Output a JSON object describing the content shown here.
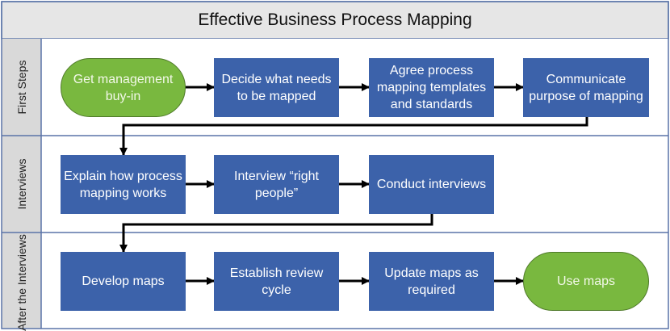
{
  "title": "Effective Business Process Mapping",
  "colors": {
    "process": "#3c62aa",
    "terminal": "#79b83f",
    "lane_header": "#d9d9d9",
    "title_bg": "#e6e6e6",
    "border": "#5a74a8"
  },
  "lanes": [
    {
      "label": "First Steps",
      "nodes": [
        {
          "text": "Get management buy-in",
          "shape": "terminal"
        },
        {
          "text": "Decide what needs to be mapped",
          "shape": "process"
        },
        {
          "text": "Agree process mapping templates and standards",
          "shape": "process"
        },
        {
          "text": "Communicate purpose of mapping",
          "shape": "process"
        }
      ]
    },
    {
      "label": "Interviews",
      "nodes": [
        {
          "text": "Explain how process mapping works",
          "shape": "process"
        },
        {
          "text": "Interview “right people”",
          "shape": "process"
        },
        {
          "text": "Conduct interviews",
          "shape": "process"
        }
      ]
    },
    {
      "label": "After the Interviews",
      "nodes": [
        {
          "text": "Develop maps",
          "shape": "process"
        },
        {
          "text": "Establish review cycle",
          "shape": "process"
        },
        {
          "text": "Update maps as required",
          "shape": "process"
        },
        {
          "text": "Use maps",
          "shape": "terminal"
        }
      ]
    }
  ]
}
